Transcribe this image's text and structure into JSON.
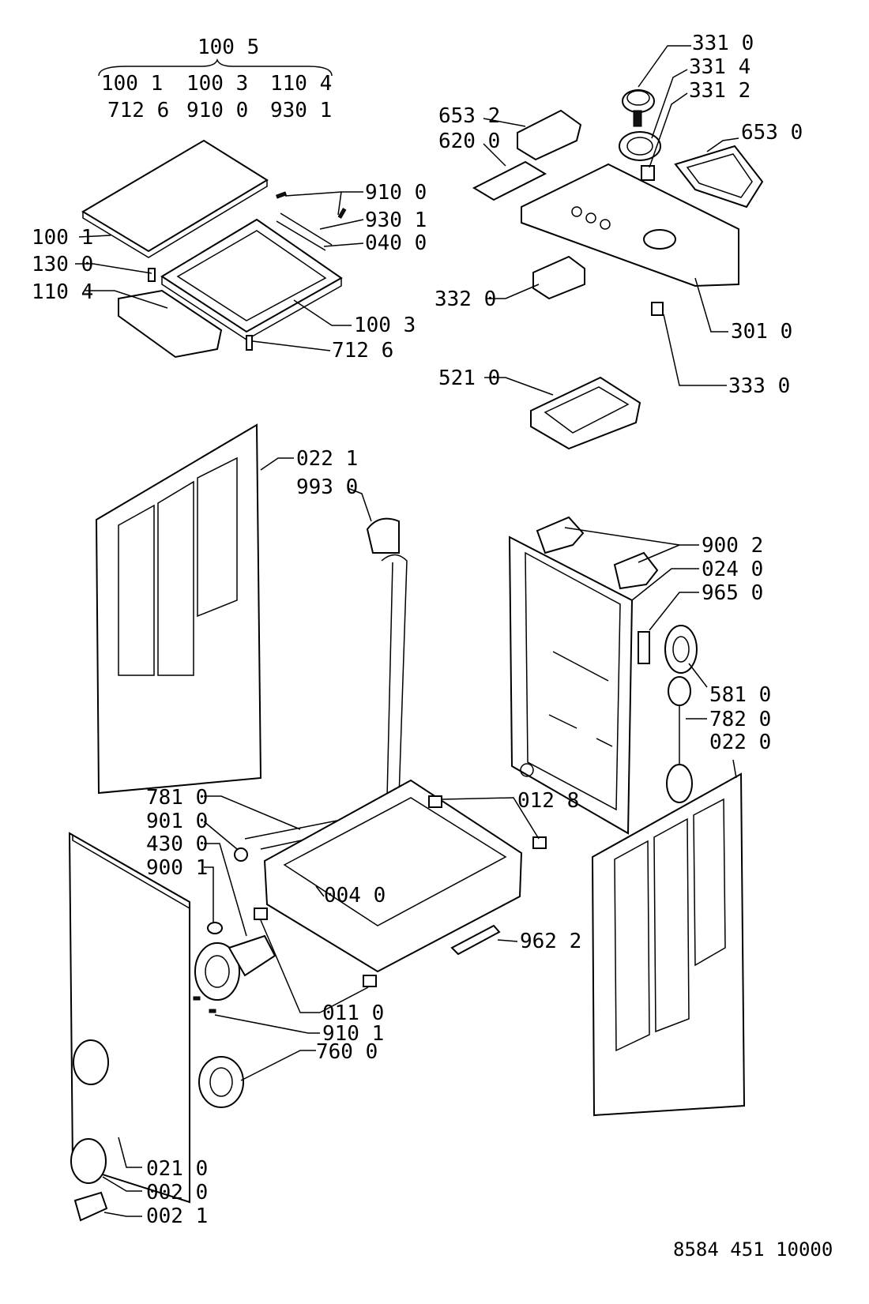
{
  "header": {
    "group_label": "100 5",
    "group_row1": [
      "100 1",
      "100 3",
      "110 4"
    ],
    "group_row2": [
      "712 6",
      "910 0",
      "930 1"
    ]
  },
  "callouts": {
    "c_910_0_top": "910 0",
    "c_930_1": "930 1",
    "c_040_0": "040 0",
    "c_100_1": "100 1",
    "c_130_0": "130 0",
    "c_110_4": "110 4",
    "c_100_3": "100 3",
    "c_712_6": "712 6",
    "c_331_0": "331 0",
    "c_331_4": "331 4",
    "c_331_2": "331 2",
    "c_653_2": "653 2",
    "c_620_0": "620 0",
    "c_653_0": "653 0",
    "c_332_0": "332 0",
    "c_301_0": "301 0",
    "c_333_0": "333 0",
    "c_521_0": "521 0",
    "c_022_1": "022 1",
    "c_993_0": "993 0",
    "c_900_2": "900 2",
    "c_024_0": "024 0",
    "c_965_0": "965 0",
    "c_581_0": "581 0",
    "c_782_0": "782 0",
    "c_022_0": "022 0",
    "c_781_0": "781 0",
    "c_901_0": "901 0",
    "c_430_0": "430 0",
    "c_900_1": "900 1",
    "c_012_8": "012 8",
    "c_004_0": "004 0",
    "c_962_2": "962 2",
    "c_011_0": "011 0",
    "c_910_1": "910 1",
    "c_760_0": "760 0",
    "c_021_0": "021 0",
    "c_002_0": "002 0",
    "c_002_1": "002 1"
  },
  "footer": {
    "drawing_ref": "8584 451 10000"
  }
}
